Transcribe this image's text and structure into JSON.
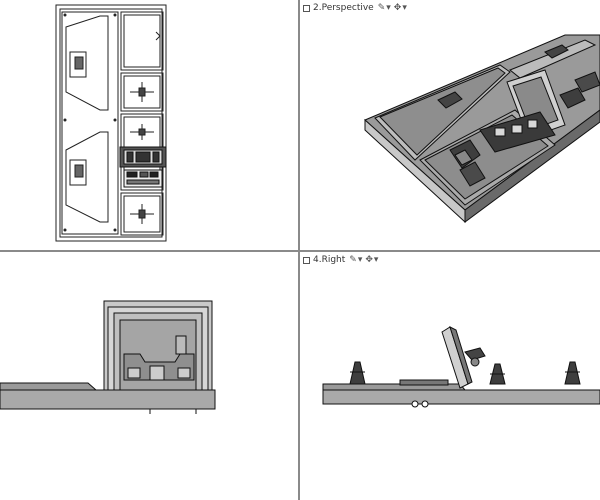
{
  "viewports": [
    {
      "id": "top",
      "title": ""
    },
    {
      "id": "perspective",
      "title": "2.Perspective"
    },
    {
      "id": "front",
      "title": ""
    },
    {
      "id": "right",
      "title": "4.Right"
    }
  ],
  "icons": {
    "menu": "viewport-menu-icon",
    "display_mode": "pencil-icon",
    "navigation": "pan-icon"
  },
  "colors": {
    "viewport_bg": "#ffffff",
    "divider": "#8a8a8a",
    "model_fill": "#9a9a9a",
    "model_dark": "#3a3a3a"
  }
}
